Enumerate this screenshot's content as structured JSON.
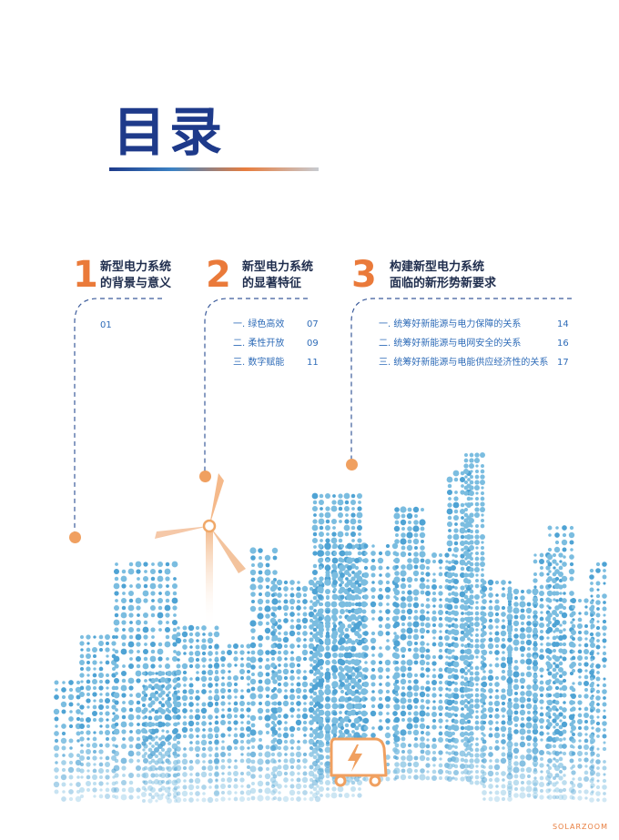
{
  "page": {
    "title": "目录"
  },
  "sections": [
    {
      "number": "1",
      "title_line1": "新型电力系统",
      "title_line2": "的背景与意义",
      "items": [
        {
          "label": "",
          "page": "01"
        }
      ]
    },
    {
      "number": "2",
      "title_line1": "新型电力系统",
      "title_line2": "的显著特征",
      "items": [
        {
          "label": "一. 绿色高效",
          "page": "07"
        },
        {
          "label": "二. 柔性开放",
          "page": "09"
        },
        {
          "label": "三. 数字赋能",
          "page": "11"
        }
      ]
    },
    {
      "number": "3",
      "title_line1": "构建新型电力系统",
      "title_line2": "面临的新形势新要求",
      "items": [
        {
          "label": "一. 统筹好新能源与电力保障的关系",
          "page": "14"
        },
        {
          "label": "二. 统筹好新能源与电网安全的关系",
          "page": "16"
        },
        {
          "label": "三. 统筹好新能源与电能供应经济性的关系",
          "page": "17"
        }
      ]
    }
  ],
  "footer": {
    "brand": "SOLARZOOM"
  },
  "colors": {
    "title": "#1e3a8a",
    "accent": "#ea7a3a",
    "toc_text": "#2f6cb8",
    "dash": "#3a5a9a",
    "city_dots": "#5aa9d6"
  },
  "illustration": {
    "icons": [
      "wind-turbine-icon",
      "electric-vehicle-icon",
      "lightning-bolt-icon"
    ]
  }
}
